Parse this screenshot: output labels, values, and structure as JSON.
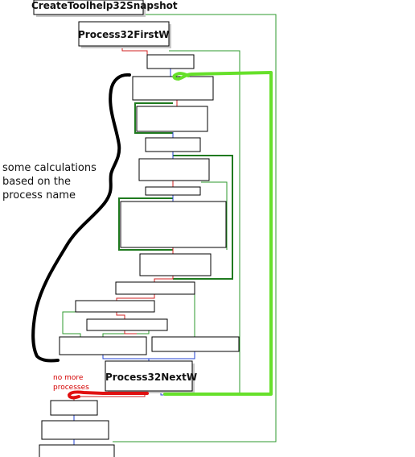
{
  "functions": {
    "snapshot": "CreateToolhelp32Snapshot",
    "first": "Process32FirstW",
    "next": "Process32NextW"
  },
  "annotations": {
    "calc_line1": "some calculations",
    "calc_line2": "based on the",
    "calc_line3": "process name",
    "no_more_line1": "no more",
    "no_more_line2": "processes"
  },
  "colors": {
    "true_edge": "#2e9a2e",
    "false_edge": "#d12020",
    "unconditional_edge": "#2040d0",
    "loop_highlight": "#66e02a",
    "calc_scribble": "#000000",
    "exit_scribble": "#e01010"
  }
}
